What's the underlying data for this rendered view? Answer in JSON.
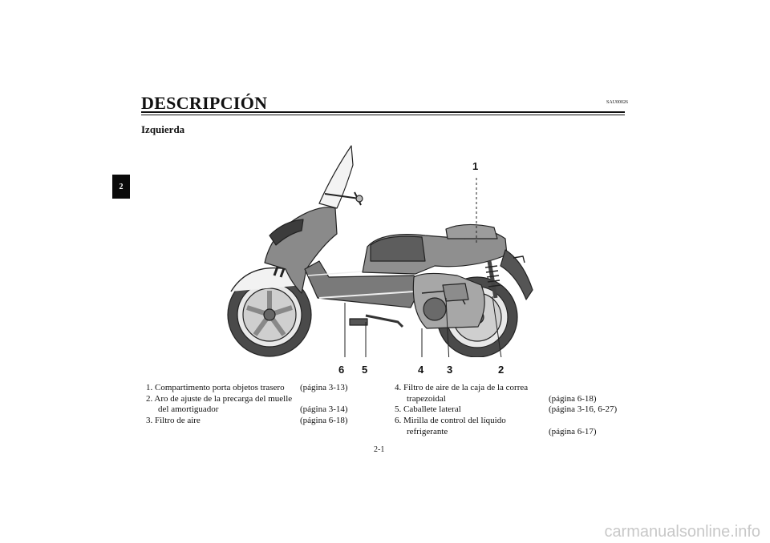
{
  "side_tab": "2",
  "header": {
    "title": "DESCRIPCIÓN",
    "code": "SAU00026"
  },
  "subtitle": "Izquierda",
  "callouts": [
    "1",
    "2",
    "3",
    "4",
    "5",
    "6"
  ],
  "parts_left": [
    {
      "name": "1. Compartimento porta objetos trasero",
      "ref": "(página 3-13)"
    },
    {
      "name": "2. Aro de ajuste de la precarga del muelle",
      "ref": ""
    },
    {
      "name": "del amortiguador",
      "ref": "(página 3-14)"
    },
    {
      "name": "3. Filtro de aire",
      "ref": "(página 6-18)"
    }
  ],
  "parts_right": [
    {
      "name": "4. Filtro de aire de la caja de la correa",
      "ref": ""
    },
    {
      "name": "trapezoidal",
      "ref": "(página 6-18)"
    },
    {
      "name": "5. Caballete lateral",
      "ref": "(página 3-16, 6-27)"
    },
    {
      "name": "6. Mirilla de control del líquido",
      "ref": ""
    },
    {
      "name": "refrigerante",
      "ref": "(página 6-17)"
    }
  ],
  "page_number": "2-1",
  "watermark": "carmanualsonline.info"
}
